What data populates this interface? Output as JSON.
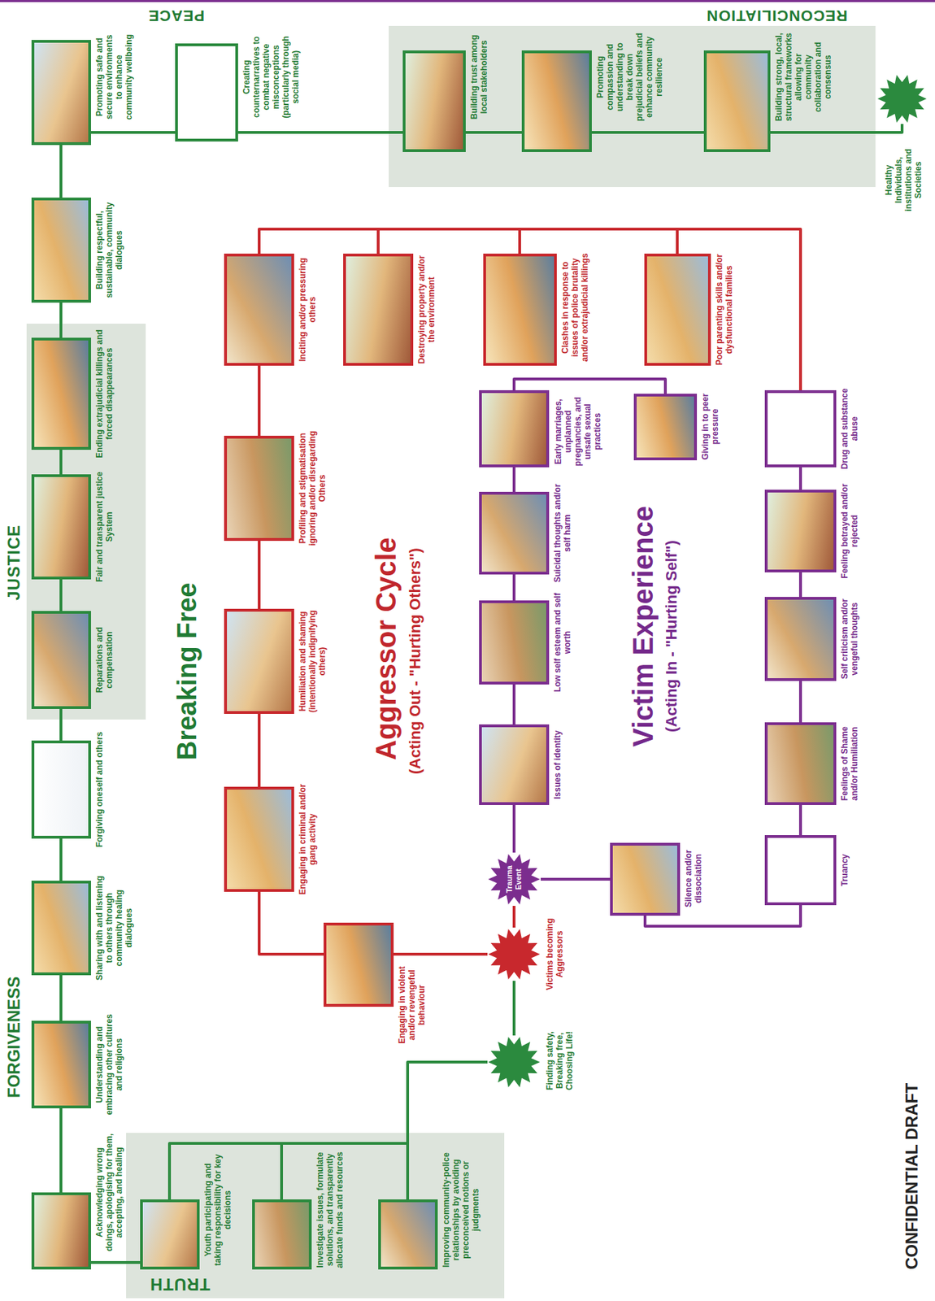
{
  "diagram": {
    "nodes": [
      {
        "text": [
          "TRUTH"
        ]
      },
      {
        "text": [
          "Youth participating and taking responsibility for key decisions"
        ],
        "in": 0
      },
      {
        "text": [
          "Investigate issues, formulate solutions, and transparently allocate funds and resources"
        ],
        "in": 0
      },
      {
        "text": [
          "Improving community-police relationships by avoiding preconceived notions or judgments"
        ],
        "in": 0
      },
      {
        "text": [
          "Acknowledging wrong doings, apologising for them, accepting, and healing"
        ]
      },
      {
        "text": [
          "Understanding and embracing other cultures and religions"
        ]
      },
      {
        "text": [
          "Sharing with and listening to others through community healing dialogues"
        ]
      },
      {
        "text": [
          "Forgiving oneself and others"
        ]
      },
      {
        "text": [
          "JUSTICE"
        ]
      },
      {
        "text": [
          "Reparations and compensation"
        ],
        "in": 8
      },
      {
        "text": [
          "Fair and transparent justice System"
        ],
        "in": 8
      },
      {
        "text": [
          "Ending extrajudicial killings and forced disappearances"
        ],
        "in": 8
      },
      {
        "text": [
          "Building respectful, sustainable, community dialogues"
        ]
      },
      {
        "text": [
          "Promoting safe and secure environments to enhance community wellbeing"
        ]
      },
      {
        "text": [
          "Creating counternarratives to combat negative misconceptions (particularly through social media)"
        ]
      },
      {
        "text": [
          "RECONCILIATION"
        ]
      },
      {
        "text": [
          "Building trust among local stakeholders"
        ],
        "in": 15
      },
      {
        "text": [
          "Promoting compassion and understanding to break down prejudicial beliefs and enhance community resilience"
        ],
        "in": 15
      },
      {
        "text": [
          "Building strong, local, structural frameworks allowing for community collaboration and consensus"
        ],
        "in": 15
      },
      {
        "text": [
          "Healthy Individuals, institutions and Societies"
        ]
      },
      {
        "text": [
          "Finding safety, Breaking free, Choosing Life!"
        ]
      },
      {
        "text": [
          "Victims becoming Aggressors"
        ]
      },
      {
        "text": [
          "Trauma Event"
        ]
      },
      {
        "text": [
          "Engaging in violent and/or revengeful behaviour"
        ]
      },
      {
        "text": [
          "Engaging in criminal and/or gang activity"
        ]
      },
      {
        "text": [
          "Humiliation and shaming (intentionally indignifying others)"
        ]
      },
      {
        "text": [
          "Profiling and stigmatisation ignoring and/or disregarding Others"
        ]
      },
      {
        "text": [
          "Inciting and/or pressuring others"
        ]
      },
      {
        "text": [
          "Destroying property and/or the environment"
        ]
      },
      {
        "text": [
          "Clashes in response to issues of police brutality and/or extrajudicial killings"
        ]
      },
      {
        "text": [
          "Poor parenting skills and/or dysfunctional families"
        ]
      },
      {
        "text": [
          "Issues of identity"
        ]
      },
      {
        "text": [
          "Low self esteem and self worth"
        ]
      },
      {
        "text": [
          "Suicidal thoughts and/or self harm"
        ]
      },
      {
        "text": [
          "Early marriages, unplanned pregnancies, and unsafe sexual practices"
        ]
      },
      {
        "text": [
          "Giving in to peer pressure"
        ]
      },
      {
        "text": [
          "Silence and/or dissociation"
        ]
      },
      {
        "text": [
          "Truancy"
        ]
      },
      {
        "text": [
          "Feelings of Shame and/or Humiliation"
        ]
      },
      {
        "text": [
          "Self criticism and/or vengeful thoughts"
        ]
      },
      {
        "text": [
          "Feeling betrayed and/or rejected"
        ]
      },
      {
        "text": [
          "Drug and substance abuse"
        ]
      }
    ],
    "edges": [
      {
        "from": 4,
        "to": 1,
        "arrow": "none"
      },
      {
        "from": 1,
        "to": 2,
        "arrow": "none"
      },
      {
        "from": 2,
        "to": 3,
        "arrow": "none"
      },
      {
        "from": 3,
        "to": 20,
        "arrow": "none"
      },
      {
        "from": 4,
        "to": 5,
        "arrow": "none"
      },
      {
        "from": 5,
        "to": 6,
        "arrow": "none"
      },
      {
        "from": 6,
        "to": 7,
        "arrow": "none"
      },
      {
        "from": 7,
        "to": 9,
        "arrow": "none"
      },
      {
        "from": 9,
        "to": 10,
        "arrow": "none"
      },
      {
        "from": 10,
        "to": 11,
        "arrow": "none"
      },
      {
        "from": 11,
        "to": 12,
        "arrow": "none"
      },
      {
        "from": 12,
        "to": 13,
        "arrow": "none"
      },
      {
        "from": 13,
        "to": 14,
        "arrow": "none"
      },
      {
        "from": 14,
        "to": 16,
        "arrow": "none"
      },
      {
        "from": 16,
        "to": 17,
        "arrow": "none"
      },
      {
        "from": 17,
        "to": 18,
        "arrow": "none"
      },
      {
        "from": 18,
        "to": 19,
        "arrow": "none"
      },
      {
        "from": 20,
        "to": 21,
        "arrow": "none"
      },
      {
        "from": 21,
        "to": 22,
        "arrow": "none"
      },
      {
        "from": 21,
        "to": 23,
        "arrow": "none"
      },
      {
        "from": 23,
        "to": 24,
        "arrow": "none"
      },
      {
        "from": 24,
        "to": 25,
        "arrow": "none"
      },
      {
        "from": 25,
        "to": 26,
        "arrow": "none"
      },
      {
        "from": 26,
        "to": 27,
        "arrow": "none"
      },
      {
        "from": 27,
        "to": 28,
        "arrow": "none"
      },
      {
        "from": 28,
        "to": 29,
        "arrow": "none"
      },
      {
        "from": 29,
        "to": 30,
        "arrow": "none"
      },
      {
        "from": 30,
        "to": 41,
        "arrow": "none"
      },
      {
        "from": 22,
        "to": 31,
        "arrow": "none"
      },
      {
        "from": 31,
        "to": 32,
        "arrow": "none"
      },
      {
        "from": 32,
        "to": 33,
        "arrow": "none"
      },
      {
        "from": 33,
        "to": 34,
        "arrow": "none"
      },
      {
        "from": 34,
        "to": 35,
        "arrow": "none"
      },
      {
        "from": 22,
        "to": 36,
        "arrow": "none"
      },
      {
        "from": 36,
        "to": 37,
        "arrow": "none"
      },
      {
        "from": 37,
        "to": 38,
        "arrow": "none"
      },
      {
        "from": 38,
        "to": 39,
        "arrow": "none"
      },
      {
        "from": 39,
        "to": 40,
        "arrow": "none"
      },
      {
        "from": 40,
        "to": 41,
        "arrow": "none"
      }
    ],
    "labels": [
      "FORGIVENESS",
      "PEACE",
      "Breaking Free",
      "Aggressor Cycle",
      "(Acting Out - \"Hurting Others\")",
      "Victim Experience",
      "(Acting In - \"Hurting Self\")",
      "CONFIDENTIAL DRAFT"
    ]
  }
}
